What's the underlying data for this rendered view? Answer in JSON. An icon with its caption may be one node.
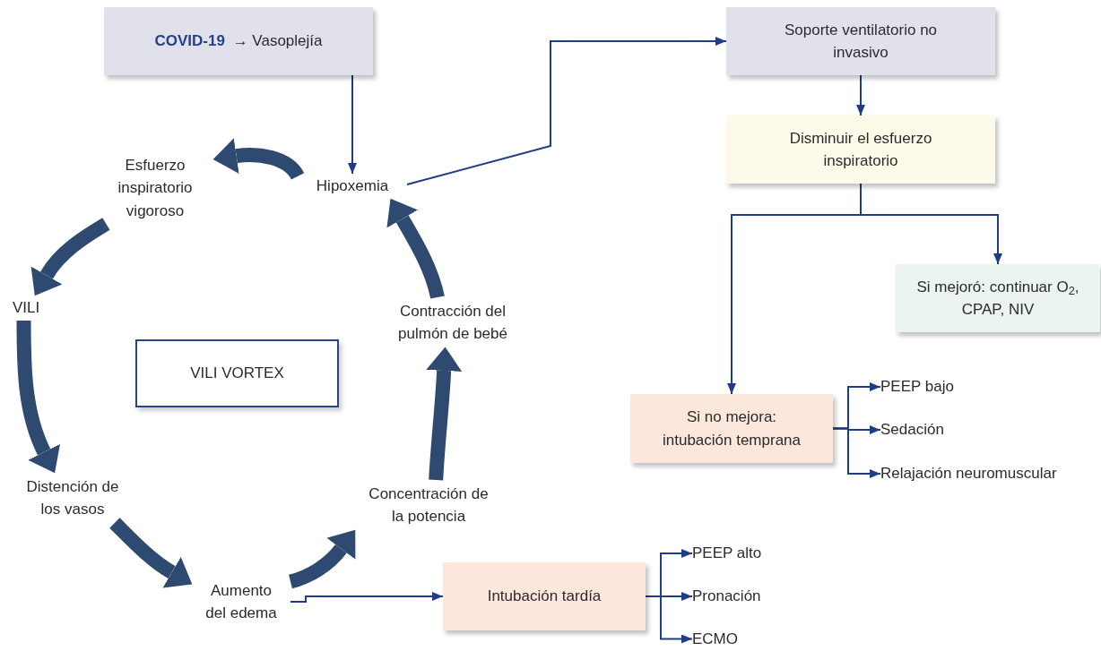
{
  "diagram": {
    "nodes": [
      {
        "text": [
          "**COVID-19** → Vasoplejía"
        ]
      },
      {
        "text": [
          "Hipoxemia"
        ]
      },
      {
        "text": [
          "Esfuerzo inspiratorio vigoroso"
        ]
      },
      {
        "text": [
          "VILI"
        ]
      },
      {
        "text": [
          "Distención de los vasos"
        ]
      },
      {
        "text": [
          "Aumento del edema"
        ]
      },
      {
        "text": [
          "Concentración de la potencia"
        ]
      },
      {
        "text": [
          "Contracción del pulmón de bebé"
        ]
      },
      {
        "text": [
          "VILI VORTEX"
        ]
      },
      {
        "text": [
          "Soporte ventilatorio no invasivo"
        ]
      },
      {
        "text": [
          "Disminuir el esfuerzo inspiratorio"
        ]
      },
      {
        "text": [
          "Si mejoró: continuar O$_{2}$, CPAP, NIV"
        ]
      },
      {
        "text": [
          "Si no mejora: intubación temprana"
        ]
      },
      {
        "text": [
          "PEEP bajo"
        ]
      },
      {
        "text": [
          "Sedación"
        ]
      },
      {
        "text": [
          "Relajación neuromuscular"
        ]
      },
      {
        "text": [
          "Intubación tardía"
        ]
      },
      {
        "text": [
          "PEEP alto"
        ]
      },
      {
        "text": [
          "Pronación"
        ]
      },
      {
        "text": [
          "ECMO"
        ]
      }
    ],
    "edges": [
      {
        "from": 0,
        "to": 1,
        "arrow": "to"
      },
      {
        "from": 1,
        "to": 2,
        "arrow": "to",
        "style": "thick",
        "color": "#2f4a70"
      },
      {
        "from": 2,
        "to": 3,
        "arrow": "to",
        "style": "thick",
        "color": "#2f4a70"
      },
      {
        "from": 3,
        "to": 4,
        "arrow": "to",
        "style": "thick",
        "color": "#2f4a70"
      },
      {
        "from": 4,
        "to": 5,
        "arrow": "to",
        "style": "thick",
        "color": "#2f4a70"
      },
      {
        "from": 5,
        "to": 6,
        "arrow": "to",
        "style": "thick",
        "color": "#2f4a70"
      },
      {
        "from": 6,
        "to": 7,
        "arrow": "to",
        "style": "thick",
        "color": "#2f4a70"
      },
      {
        "from": 7,
        "to": 1,
        "arrow": "to",
        "style": "thick",
        "color": "#2f4a70"
      },
      {
        "from": 1,
        "to": 9,
        "arrow": "to"
      },
      {
        "from": 9,
        "to": 10,
        "arrow": "to"
      },
      {
        "from": 10,
        "to": 11,
        "arrow": "to"
      },
      {
        "from": 10,
        "to": 12,
        "arrow": "to"
      },
      {
        "from": 12,
        "to": 13,
        "arrow": "to"
      },
      {
        "from": 12,
        "to": 14,
        "arrow": "to"
      },
      {
        "from": 12,
        "to": 15,
        "arrow": "to"
      },
      {
        "from": 5,
        "to": 16,
        "arrow": "to"
      },
      {
        "from": 16,
        "to": 17,
        "arrow": "to"
      },
      {
        "from": 16,
        "to": 18,
        "arrow": "to"
      },
      {
        "from": 16,
        "to": 19,
        "arrow": "to"
      }
    ]
  }
}
